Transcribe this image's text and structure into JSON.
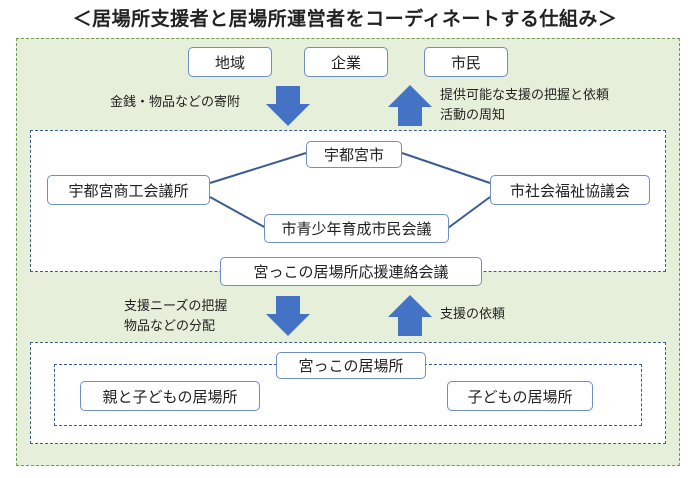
{
  "title": "＜居場所支援者と居場所運営者をコーディネートする仕組み＞",
  "top_entities": [
    "地域",
    "企業",
    "市民"
  ],
  "flow_top": {
    "down_label": "金銭・物品などの寄附",
    "up_label_lines": [
      "提供可能な支援の把握と依頼",
      "活動の周知"
    ]
  },
  "network": {
    "center_top": "宇都宮市",
    "left": "宇都宮商工会議所",
    "right": "市社会福祉協議会",
    "center_bottom": "市青少年育成市民会議",
    "council": "宮っこの居場所応援連絡会議"
  },
  "flow_bottom": {
    "down_label_lines": [
      "支援ニーズの把握",
      "物品などの分配"
    ],
    "up_label": "支援の依頼"
  },
  "places": {
    "header": "宮っこの居場所",
    "left": "親と子どもの居場所",
    "right": "子どもの居場所"
  },
  "colors": {
    "outer_fill": "#e6efd9",
    "outer_border": "#6f9a54",
    "inner_border": "#3b5c8f",
    "box_border": "#6f8fc0",
    "arrow": "#4472c4",
    "connector": "#3b5c8f"
  }
}
